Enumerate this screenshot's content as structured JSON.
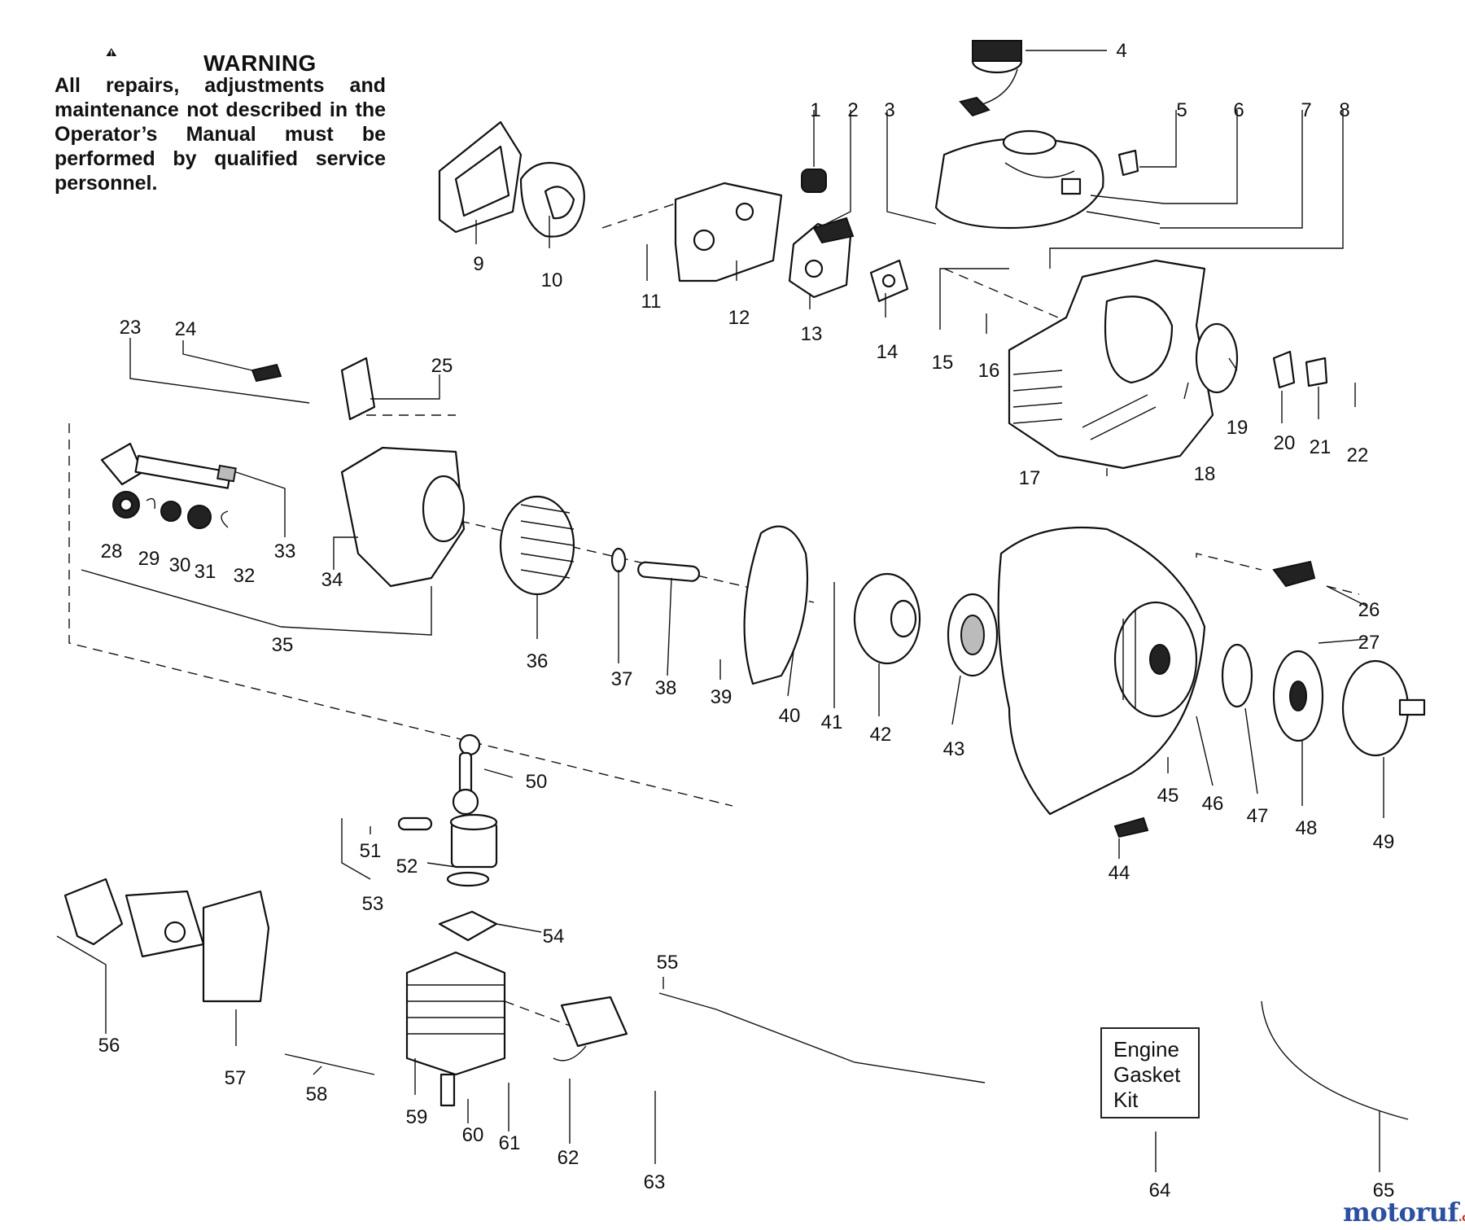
{
  "warning": {
    "title": "WARNING",
    "body": "All repairs, adjustments and maintenance not described in the Operator’s Manual must be performed by qualified service personnel."
  },
  "kit_label": [
    "Engine",
    "Gasket",
    "Kit"
  ],
  "watermark": {
    "brand": "motoruf",
    "tld": ".de"
  },
  "part_numbers": [
    "1",
    "2",
    "3",
    "4",
    "5",
    "6",
    "7",
    "8",
    "9",
    "10",
    "11",
    "12",
    "13",
    "14",
    "15",
    "16",
    "17",
    "18",
    "19",
    "20",
    "21",
    "22",
    "23",
    "24",
    "25",
    "26",
    "27",
    "28",
    "29",
    "30",
    "31",
    "32",
    "33",
    "34",
    "35",
    "36",
    "37",
    "38",
    "39",
    "40",
    "41",
    "42",
    "43",
    "44",
    "45",
    "46",
    "47",
    "48",
    "49",
    "50",
    "51",
    "52",
    "53",
    "54",
    "55",
    "56",
    "57",
    "58",
    "59",
    "60",
    "61",
    "62",
    "63",
    "64",
    "65"
  ]
}
